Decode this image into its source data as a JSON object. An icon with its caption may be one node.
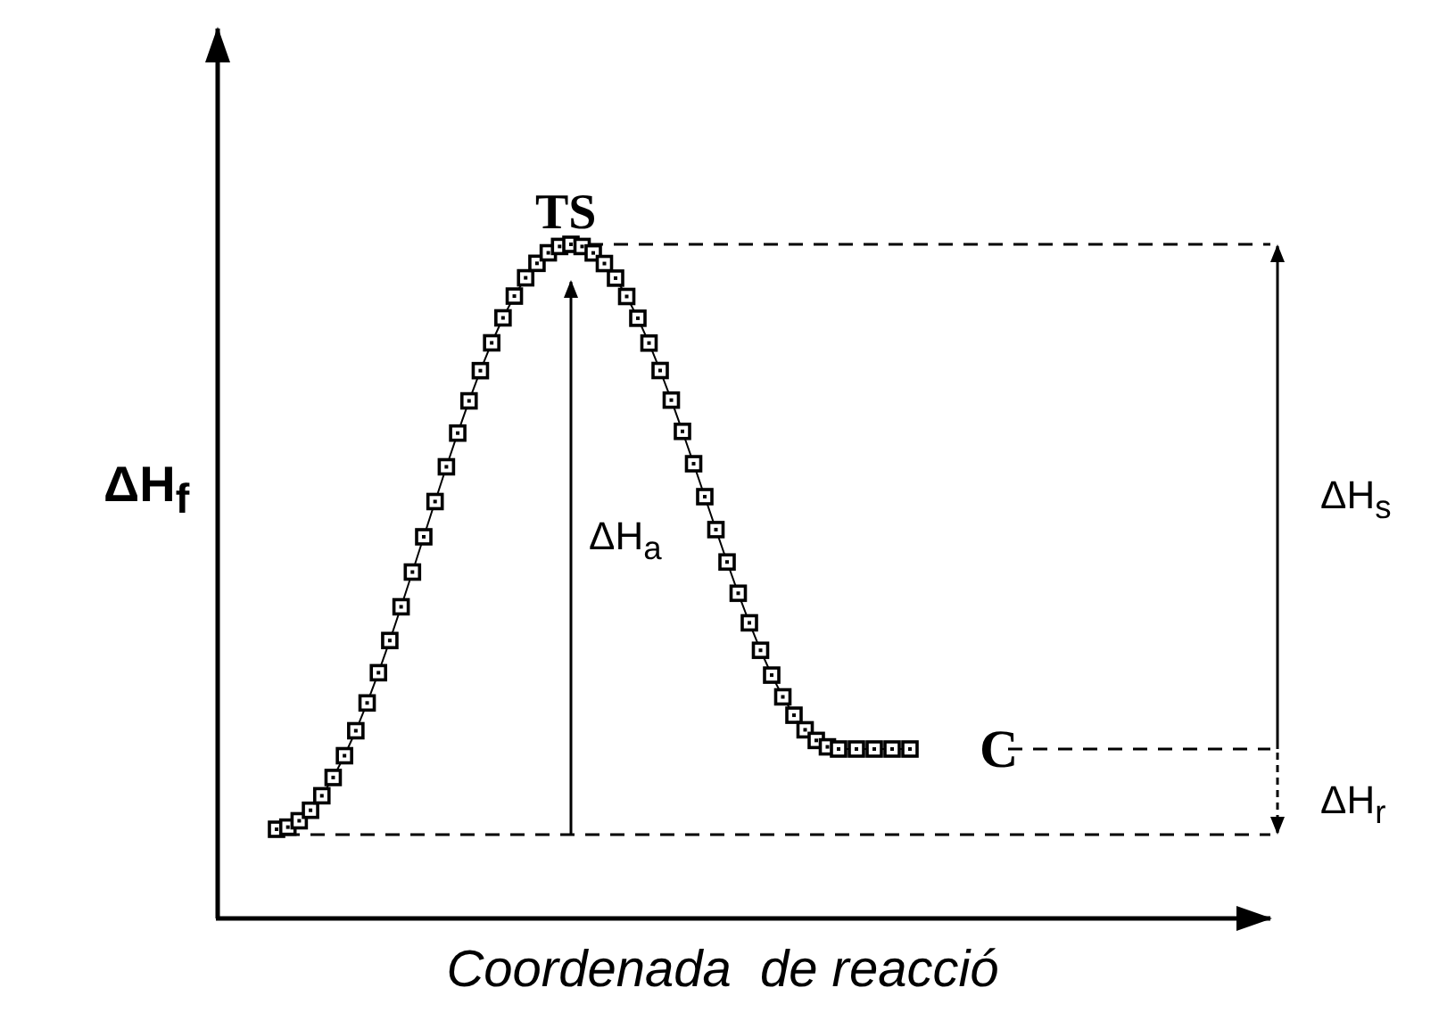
{
  "diagram": {
    "labels": [
      "TS",
      "ΔH$_{f}$",
      "ΔH$_{a}$",
      "ΔH$_{s}$",
      "C",
      "ΔH$_{r}$",
      "Coordenada  de reacció"
    ]
  }
}
